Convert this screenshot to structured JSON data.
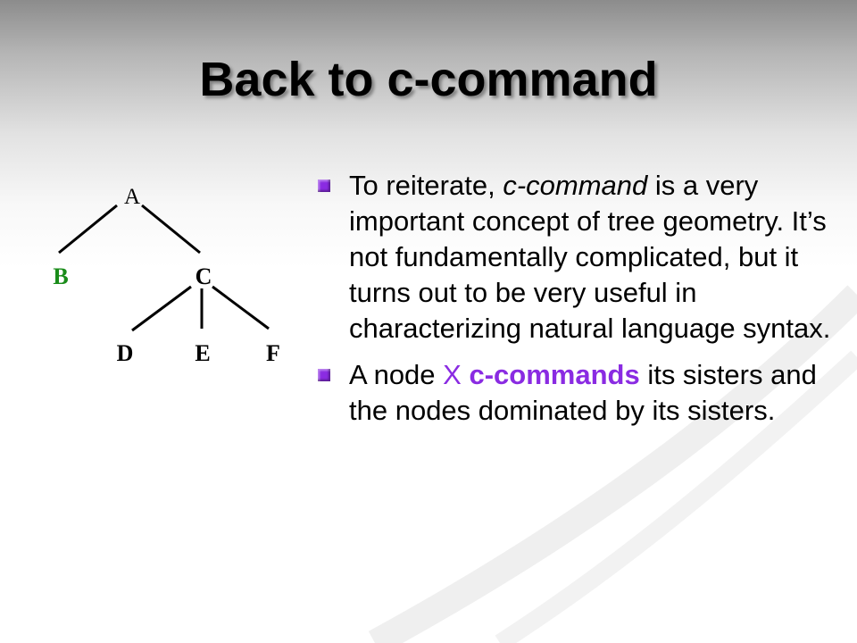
{
  "slide": {
    "title": "Back to c-command",
    "tree": {
      "nodes": [
        "A",
        "B",
        "C",
        "D",
        "E",
        "F"
      ],
      "highlight_node": "B",
      "highlight_color": "#1a8c1a"
    },
    "bullets": [
      {
        "part1": "To reiterate, ",
        "emphasis": "c-command",
        "part2": " is a very important concept of tree geometry.  It’s not fundamentally complicated, but it turns out to be very useful in characterizing natural language syntax."
      },
      {
        "part1": "A node ",
        "var": "X",
        "term": "c-commands",
        "part2": " its sisters and the nodes dominated by its sisters."
      }
    ],
    "colors": {
      "accent": "#8a2be2",
      "bullet": "#8a2be2",
      "text": "#000000"
    }
  }
}
